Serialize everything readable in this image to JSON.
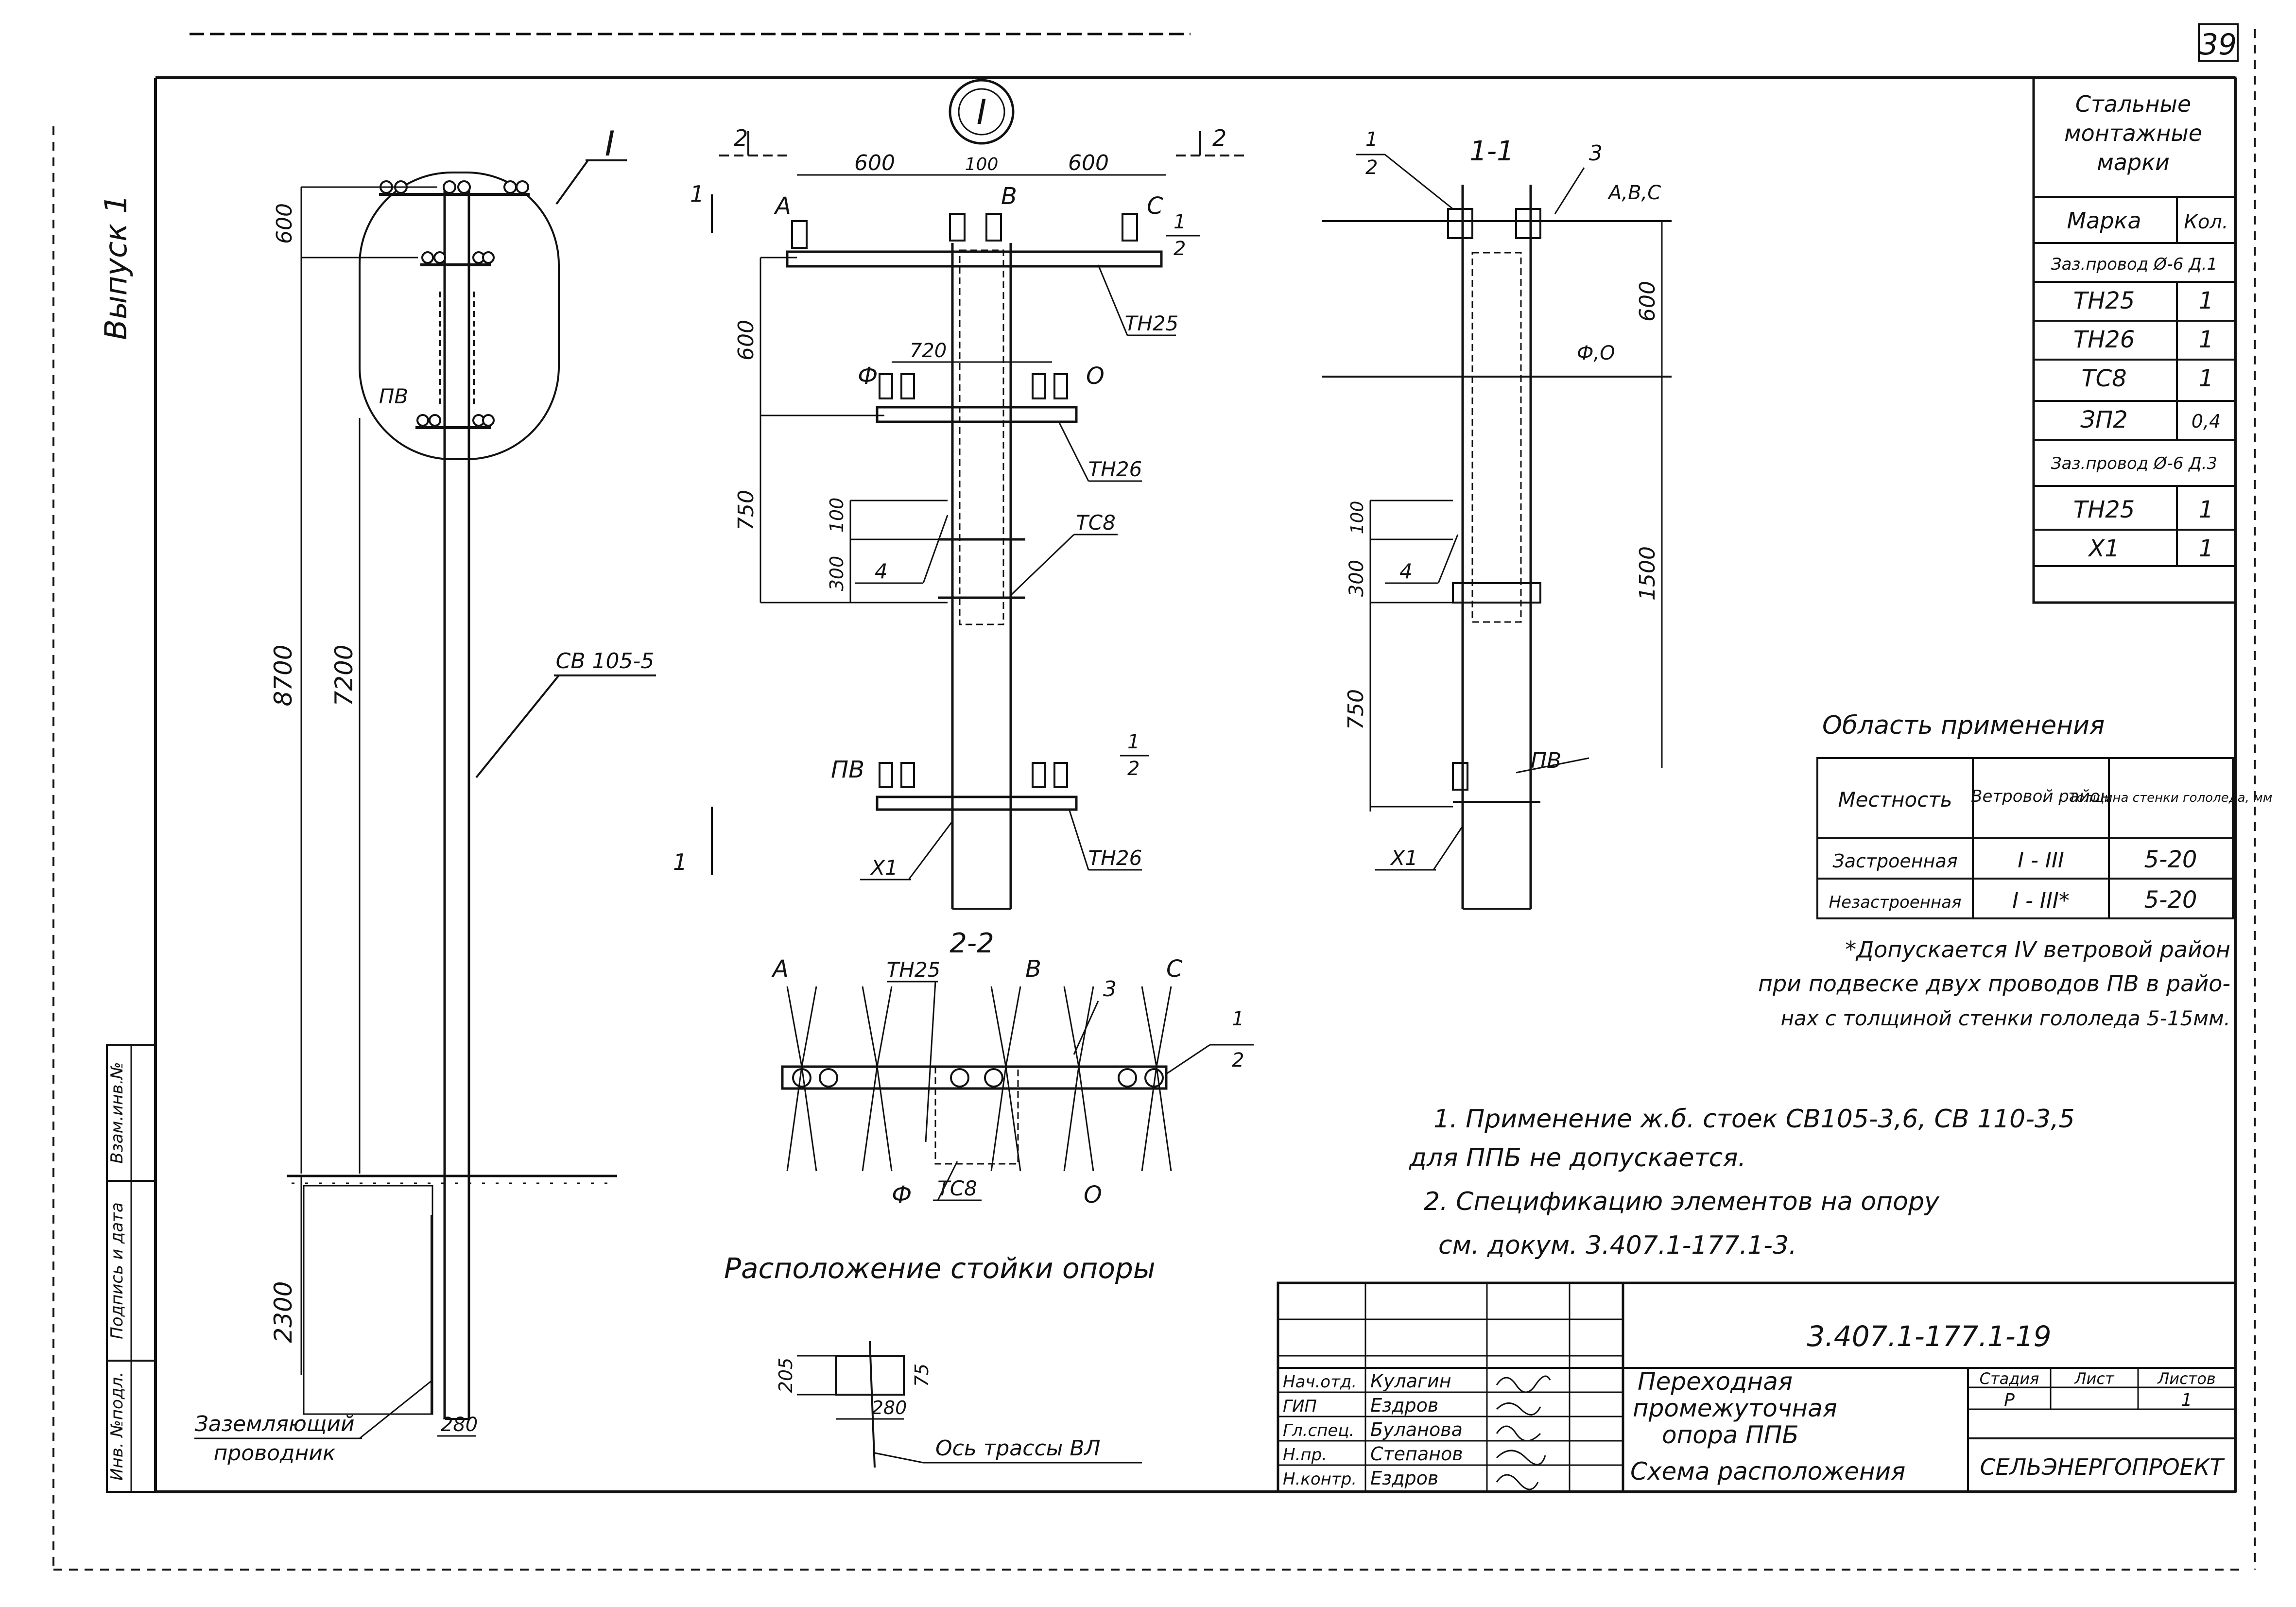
{
  "sheet": {
    "page_number": "39",
    "binding_label": "Выпуск 1",
    "inventory_labels": [
      "Инв. №подл.",
      "Подпись и дата",
      "Взам.инв.№"
    ]
  },
  "pole_view": {
    "callout": "I",
    "pole_mark": "СВ 105-5",
    "dims": {
      "top": "600",
      "total": "8700",
      "above_ground_wire": "7200",
      "burial": "2300",
      "base": "280"
    },
    "labels": {
      "pv": "ПВ"
    },
    "ground_conductor": [
      "Заземляющий",
      "проводник"
    ]
  },
  "front_view": {
    "node_mark": "I",
    "section_marks": [
      "2",
      "2",
      "1",
      "1"
    ],
    "dims": [
      "600",
      "100",
      "600",
      "600",
      "720",
      "750",
      "100",
      "300"
    ],
    "phase_labels": [
      "А",
      "В",
      "С",
      "Ф",
      "О",
      "ПВ"
    ],
    "callouts": [
      "1",
      "2",
      "1",
      "2",
      "4"
    ],
    "marks": [
      "ТН25",
      "ТН26",
      "ТС8",
      "ТН26",
      "Х1"
    ]
  },
  "section_1_1": {
    "title": "1-1",
    "callouts": [
      "1",
      "2",
      "3",
      "4"
    ],
    "labels": [
      "А,В,С",
      "Ф,О",
      "ПВ",
      "Х1"
    ],
    "dims": [
      "600",
      "1500",
      "100",
      "300",
      "750"
    ]
  },
  "section_2_2": {
    "title": "2-2",
    "labels": [
      "А",
      "В",
      "С",
      "Ф",
      "О",
      "ТН25",
      "ТС8"
    ],
    "callouts": [
      "3",
      "1",
      "2"
    ],
    "caption": "Расположение стойки опоры"
  },
  "axis_detail": {
    "dims": [
      "205",
      "280",
      "75"
    ],
    "caption": "Ось трассы ВЛ"
  },
  "marks_table": {
    "title": [
      "Стальные",
      "монтажные",
      "марки"
    ],
    "headers": [
      "Марка",
      "Кол."
    ],
    "group1": "Заз.провод Ø-6 Д.1",
    "rows1": [
      [
        "ТН25",
        "1"
      ],
      [
        "ТН26",
        "1"
      ],
      [
        "ТС8",
        "1"
      ],
      [
        "ЗП2",
        "0,4"
      ]
    ],
    "group2": "Заз.провод Ø-6 Д.3",
    "rows2": [
      [
        "ТН25",
        "1"
      ],
      [
        "Х1",
        "1"
      ]
    ]
  },
  "application": {
    "title": "Область применения",
    "headers": [
      "Местность",
      "Ветровой район",
      "Толщина стенки гололеда, мм"
    ],
    "rows": [
      [
        "Застроенная",
        "I - III",
        "5-20"
      ],
      [
        "Незастроенная",
        "I - III*",
        "5-20"
      ]
    ],
    "footnote": [
      "*Допускается IV ветровой район",
      "при подвеске двух проводов ПВ в райо-",
      "нах с толщиной стенки гололеда 5-15мм."
    ]
  },
  "notes": [
    "1. Применение ж.б. стоек СВ105-3,6,  СВ 110-3,5",
    "для ППБ не допускается.",
    "2. Спецификацию  элементов  на  опору",
    "см. докум. 3.407.1-177.1-3."
  ],
  "title_block": {
    "doc_number": "3.407.1-177.1-19",
    "roles": [
      "Нач.отд.",
      "ГИП",
      "Гл.спец.",
      "Н.пр.",
      "Н.контр."
    ],
    "names": [
      "Кулагин",
      "Ездров",
      "Буланова",
      "Степанов",
      "Ездров"
    ],
    "title": [
      "Переходная",
      "промежуточная",
      "опора ППБ",
      "Схема расположения"
    ],
    "stage_headers": [
      "Стадия",
      "Лист",
      "Листов"
    ],
    "stage_values": [
      "Р",
      "",
      "1"
    ],
    "org": "СЕЛЬЭНЕРГОПРОЕКТ"
  }
}
